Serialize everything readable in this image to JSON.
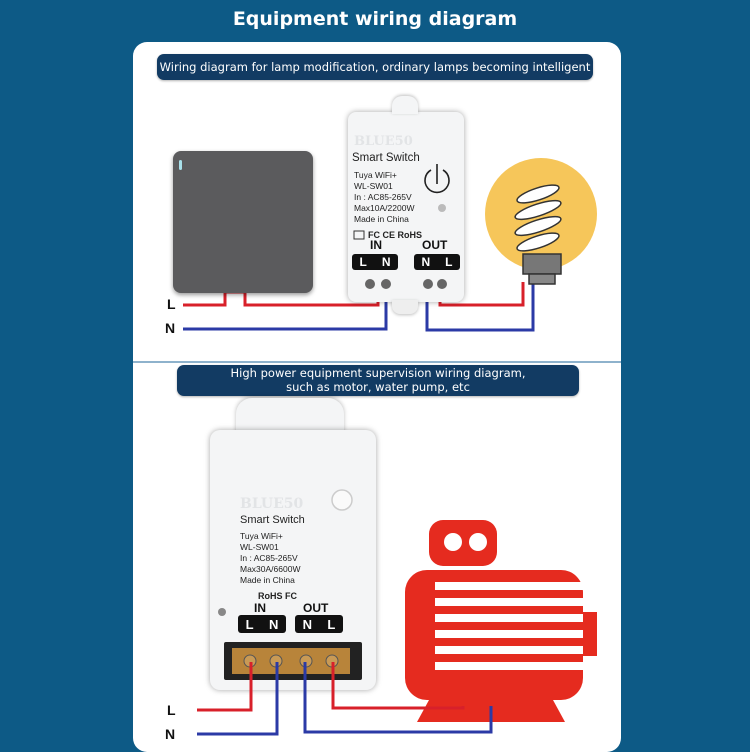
{
  "title": "Equipment wiring diagram",
  "section1": {
    "caption": "Wiring diagram for lamp modification, ordinary lamps becoming intelligent",
    "device": {
      "brand": "BLUE50",
      "name": "Smart Switch",
      "line1": "Tuya WiFi+",
      "model": "WL-SW01",
      "input": "In : AC85-265V",
      "max": "Max10A/2200W",
      "origin": "Made in China",
      "certs": "FC CE RoHS",
      "in_label": "IN",
      "out_label": "OUT",
      "in_terms": [
        "L",
        "N"
      ],
      "out_terms": [
        "N",
        "L"
      ]
    },
    "wire_l": "L",
    "wire_n": "N"
  },
  "section2": {
    "caption_line1": "High power equipment supervision wiring diagram,",
    "caption_line2": "such as motor, water pump, etc",
    "device": {
      "brand": "BLUE50",
      "name": "Smart Switch",
      "line1": "Tuya WiFi+",
      "model": "WL-SW01",
      "input": "In : AC85-265V",
      "max": "Max30A/6600W",
      "origin": "Made in China",
      "certs": "RoHS  FC",
      "in_label": "IN",
      "out_label": "OUT",
      "in_terms": [
        "L",
        "N"
      ],
      "out_terms": [
        "N",
        "L"
      ]
    },
    "wire_l": "L",
    "wire_n": "N"
  },
  "colors": {
    "background": "#0d5a86",
    "pill": "#123b63",
    "live_wire": "#d8202a",
    "neutral_wire": "#2b3aa6",
    "motor": "#e52b1f",
    "bulb_glow": "#f6c65a"
  }
}
